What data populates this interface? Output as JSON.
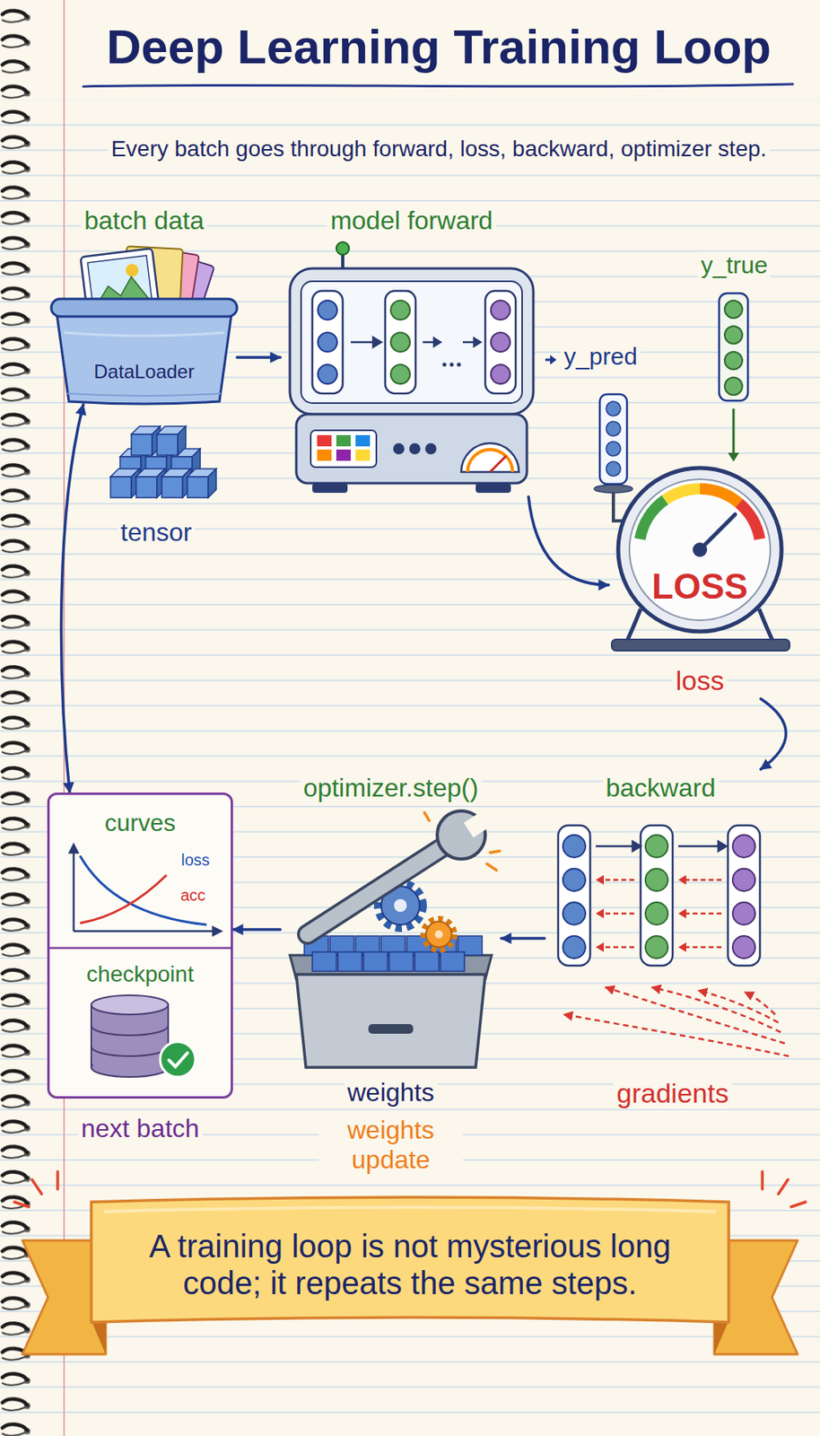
{
  "diagram": {
    "title": "Deep Learning Training Loop",
    "caption": "A training loop is not mysterious long code; it repeats the same steps.",
    "nodes": [
      {
        "text": [
          "batch data",
          "DataLoader"
        ]
      },
      {
        "text": [
          "model forward"
        ]
      },
      {
        "text": [
          "LOSS",
          "loss"
        ]
      },
      {
        "text": [
          "backward"
        ]
      },
      {
        "text": [
          "optimizer.step()",
          "weights",
          "weights update"
        ]
      },
      {
        "text": [
          "curves",
          "checkpoint",
          "next batch"
        ]
      }
    ],
    "edges": [
      {
        "from": 0,
        "to": 1,
        "arrow": "to"
      },
      {
        "from": 1,
        "to": 2,
        "arrow": "to"
      },
      {
        "from": 2,
        "to": 3,
        "arrow": "to"
      },
      {
        "from": 3,
        "to": 4,
        "arrow": "to"
      },
      {
        "from": 4,
        "to": 5,
        "arrow": "to"
      },
      {
        "from": 5,
        "to": 0,
        "arrow": "both"
      }
    ],
    "labels": [
      "Every batch goes through forward, loss, backward, optimizer step.",
      "tensor",
      "y_pred",
      "y_true",
      "loss",
      "acc",
      "gradients"
    ]
  }
}
